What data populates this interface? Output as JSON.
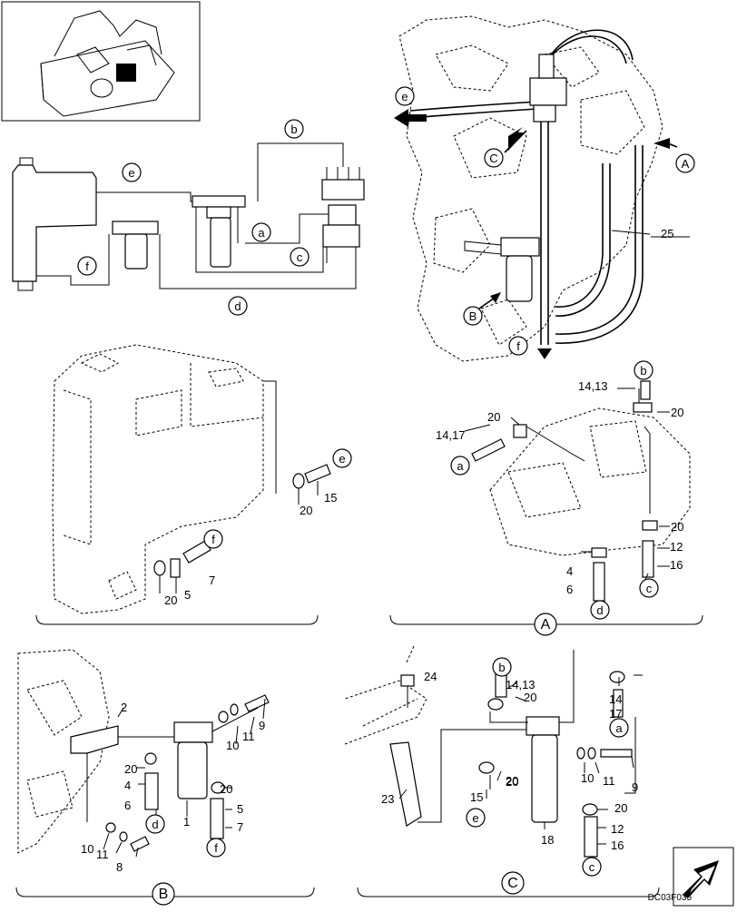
{
  "drawing_code": "DC03F035",
  "callouts": {
    "schematic": [
      "b",
      "e",
      "a",
      "c",
      "f",
      "d"
    ],
    "engine_view": [
      "e",
      "C",
      "A",
      "B",
      "f"
    ],
    "tank_view": [
      "e",
      "f"
    ],
    "detail_a": [
      "b",
      "a",
      "c",
      "d"
    ],
    "detail_b": [
      "d",
      "f"
    ],
    "detail_c": [
      "b",
      "a",
      "e",
      "c"
    ],
    "views": [
      "A",
      "B",
      "C"
    ]
  },
  "part_numbers": {
    "engine_view": [
      "25"
    ],
    "tank_view": [
      "20",
      "15",
      "20",
      "5",
      "7"
    ],
    "detail_a": [
      "14,13",
      "20",
      "14,17",
      "20",
      "20",
      "12",
      "16",
      "4",
      "6"
    ],
    "detail_b": [
      "2",
      "9",
      "11",
      "10",
      "20",
      "4",
      "6",
      "20",
      "5",
      "7",
      "1",
      "10",
      "11",
      "8"
    ],
    "detail_c": [
      "24",
      "14,13",
      "20",
      "20",
      "14",
      "17",
      "23",
      "20",
      "15",
      "10",
      "11",
      "9",
      "20",
      "12",
      "16",
      "18"
    ]
  }
}
